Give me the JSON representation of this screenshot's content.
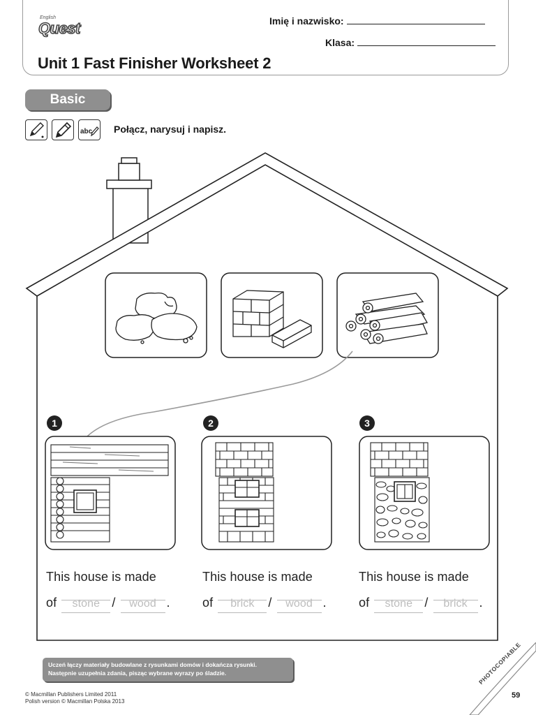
{
  "header": {
    "logo_small": "English",
    "logo_big": "Quest",
    "name_label": "Imię i nazwisko:",
    "class_label": "Klasa:",
    "title": "Unit 1 Fast Finisher Worksheet 2"
  },
  "section": {
    "tab_label": "Basic",
    "icons": [
      "pencil-dot-icon",
      "pencil-icon",
      "abc-pencil-icon"
    ],
    "icon_abc_text": "abc",
    "instruction": "Połącz, narysuj i napisz."
  },
  "materials": [
    "stones",
    "bricks",
    "logs"
  ],
  "houses": [
    {
      "number": "1",
      "sentence_line1": "This house is made",
      "of": "of",
      "choice_a": "stone",
      "slash": "/",
      "choice_b": "wood",
      "period": "."
    },
    {
      "number": "2",
      "sentence_line1": "This house is made",
      "of": "of",
      "choice_a": "brick",
      "slash": "/",
      "choice_b": "wood",
      "period": "."
    },
    {
      "number": "3",
      "sentence_line1": "This house is made",
      "of": "of",
      "choice_a": "stone",
      "slash": "/",
      "choice_b": "brick",
      "period": "."
    }
  ],
  "footer": {
    "note_line1": "Uczeń łączy materiały budowlane z rysunkami domów i dokańcza rysunki.",
    "note_line2": "Następnie uzupełnia zdania, pisząc wybrane wyrazy po śladzie.",
    "copyright_line1": "© Macmillan Publishers Limited 2011",
    "copyright_line2": "Polish version © Macmillan Polska 2013",
    "photocopiable": "PHOTOCOPIABLE",
    "page_number": "59"
  }
}
